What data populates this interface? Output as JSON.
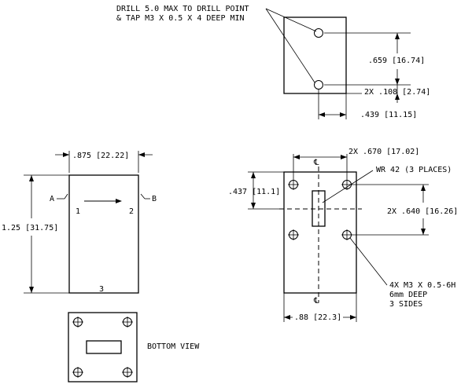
{
  "top_note": {
    "line1": "DRILL 5.0 MAX TO DRILL POINT",
    "line2": "& TAP M3 X 0.5 X 4 DEEP MIN"
  },
  "top_view": {
    "dim_height": ".659 [16.74]",
    "dim_offset": "2X .108 [2.74]",
    "dim_width": ".439 [11.15]"
  },
  "side_view": {
    "dim_width": ".875 [22.22]",
    "dim_height": "1.25 [31.75]",
    "label_a": "A",
    "label_b": "B",
    "port_1": "1",
    "port_2": "2",
    "port_3": "3"
  },
  "front_view": {
    "dim_top": "2X .670 [17.02]",
    "centerline_top": "℄",
    "centerline_bottom": "℄",
    "waveguide_note": "WR 42 (3 PLACES)",
    "dim_left": ".437 [11.1]",
    "dim_right": "2X .640 [16.26]",
    "tap_note_1": "4X M3 X 0.5-6H",
    "tap_note_2": "6mm DEEP",
    "tap_note_3": "3 SIDES",
    "dim_bottom": ".88 [22.3]"
  },
  "bottom_view": {
    "label": "BOTTOM VIEW"
  }
}
